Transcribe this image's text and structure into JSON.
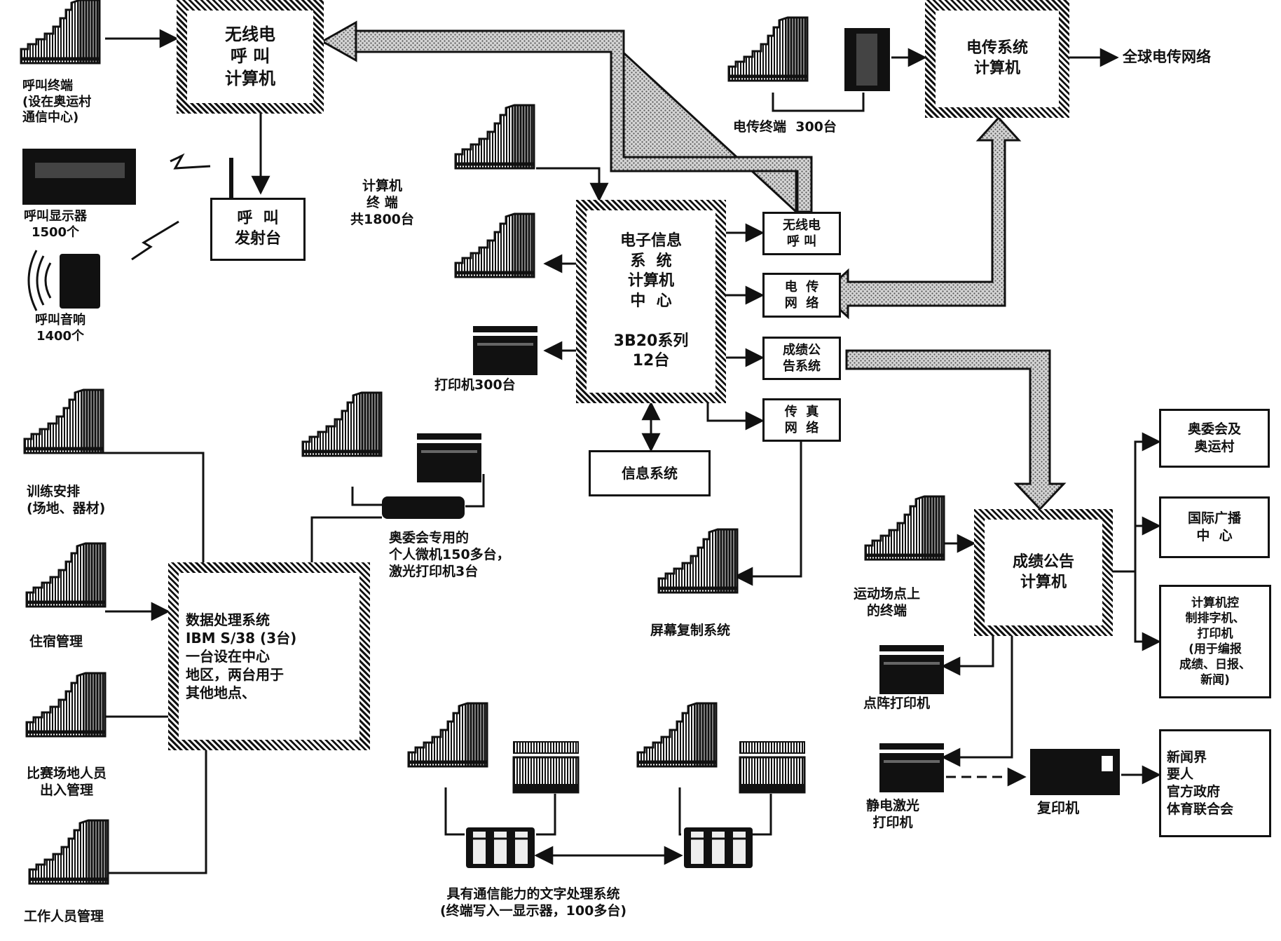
{
  "nodes": {
    "radio_paging_computer": "无线电\n呼 叫\n计算机",
    "paging_transmitter": "呼  叫\n发射台",
    "telex_system_computer": "电传系统\n计算机",
    "electronic_info_center": "电子信息\n系  统\n计算机\n中  心\n\n3B20系列\n12台",
    "radio_paging_small": "无线电\n呼 叫",
    "telex_network": "电  传\n网  络",
    "results_bulletin_small": "成绩公\n告系统",
    "fax_network": "传  真\n网  络",
    "info_system": "信息系统",
    "data_processing": "数据处理系统\nIBM S/38 (3台)\n一台设在中心\n地区，两台用于\n其他地点、",
    "results_bulletin_computer": "成绩公告\n计算机",
    "organizing_committee": "奥委会及\n奥运村",
    "intl_broadcast": "国际广播\n中  心",
    "typesetting": "计算机控\n制排字机、\n打印机\n(用于编报\n成绩、日报、\n新闻)",
    "news_recipients": "新闻界\n要人\n官方政府\n体育联合会"
  },
  "labels": {
    "paging_terminal": "呼叫终端\n(设在奥运村\n通信中心)",
    "paging_display": "呼叫显示器\n1500个",
    "paging_sound": "呼叫音响\n1400个",
    "computer_terminals": "计算机\n终 端\n共1800台",
    "printers": "打印机300台",
    "telex_terminals": "电传终端  300台",
    "global_telex": "全球电传网络",
    "training": "训练安排\n(场地、器材)",
    "housing": "住宿管理",
    "venue_access": "比赛场地人员\n出入管理",
    "staff": "工作人员管理",
    "pcs": "奥委会专用的\n个人微机150多台，\n激光打印机3台",
    "screen_copy": "屏幕复制系统",
    "venue_terminals": "运动场点上\n的终端",
    "dot_matrix": "点阵打印机",
    "laser_printer": "静电激光\n打印机",
    "copier": "复印机",
    "word_processing": "具有通信能力的文字处理系统\n(终端写入一显示器，100多台)"
  },
  "icons": {
    "terminal": "computer-terminal-icon",
    "printer": "printer-icon",
    "display": "paging-display-icon",
    "beeper": "paging-beeper-icon",
    "copier": "copier-icon",
    "word_processor": "word-processor-icon"
  },
  "colors": {
    "ink": "#111111",
    "paper": "#ffffff",
    "stipple": "#bdbdbd"
  }
}
